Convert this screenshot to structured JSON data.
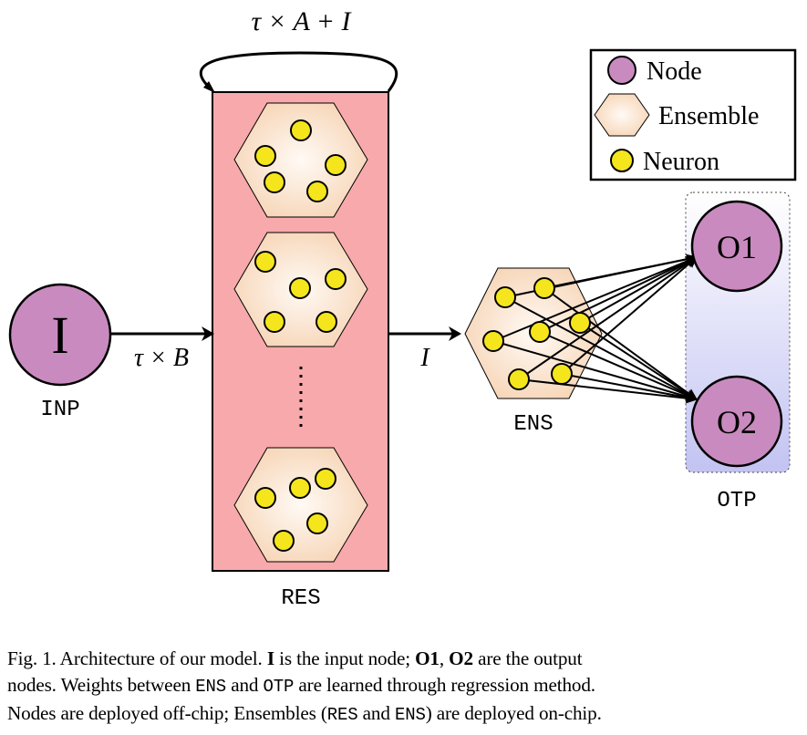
{
  "feedback_label": "τ × A + I",
  "input_label": "τ × B",
  "res_output_label": "I",
  "input_node": {
    "glyph": "I",
    "name": "INP"
  },
  "reservoir": {
    "name": "RES"
  },
  "ensemble": {
    "name": "ENS"
  },
  "outputs": {
    "name": "OTP",
    "o1": "O1",
    "o2": "O2"
  },
  "legend": {
    "node": "Node",
    "ensemble": "Ensemble",
    "neuron": "Neuron"
  },
  "colors": {
    "node_fill": "#c98bbf",
    "ensemble_fill_light": "#fff6ee",
    "ensemble_fill_dark": "#f6d6b8",
    "neuron_fill": "#f5e51c",
    "reservoir_fill": "#f8a9ab",
    "output_gradient_top": "#ffffff",
    "output_gradient_bottom": "#c6c6f4"
  },
  "caption": {
    "p1": "Fig. 1.  Architecture of our model. ",
    "b1": "I",
    "p2": " is the input node; ",
    "b2": "O1",
    "p3": ", ",
    "b3": "O2",
    "p4": " are the output",
    "p5": "nodes. Weights between ",
    "m1": "ENS",
    "p6": " and ",
    "m2": "OTP",
    "p7": " are learned through regression method.",
    "p8": "Nodes are deployed off-chip; Ensembles (",
    "m3": "RES",
    "p9": " and ",
    "m4": "ENS",
    "p10": ") are deployed on-chip."
  }
}
